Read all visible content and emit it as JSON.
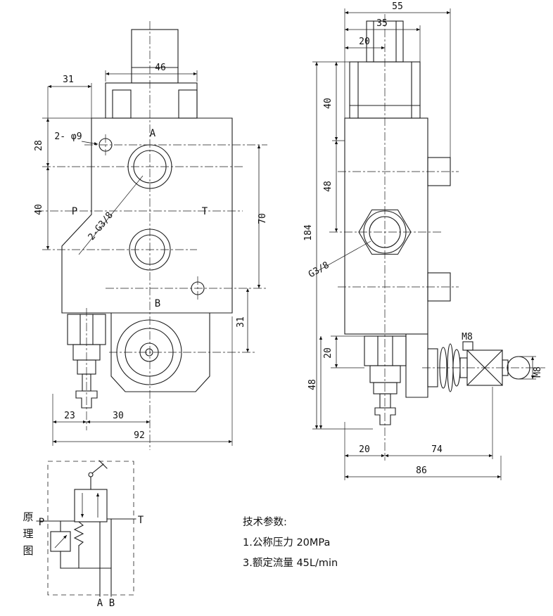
{
  "front": {
    "dim_46": "46",
    "dim_31_top": "31",
    "dim_28": "28",
    "dim_40": "40",
    "dim_70": "70",
    "dim_31_right": "31",
    "dim_23": "23",
    "dim_30": "30",
    "dim_92": "92",
    "hole_callout": "2- φ9",
    "thread_callout": "2-G3/8",
    "port_a": "A",
    "port_b": "B",
    "port_p": "P",
    "port_t": "T"
  },
  "side": {
    "dim_55": "55",
    "dim_35": "35",
    "dim_20_top": "20",
    "dim_40": "40",
    "dim_48_upper": "48",
    "dim_184": "184",
    "dim_20_mid": "20",
    "dim_48_lower": "48",
    "dim_20_bottom": "20",
    "dim_74": "74",
    "dim_86": "86",
    "thread_callout": "G3/8",
    "m8_top": "M8",
    "m8_side": "M8"
  },
  "schematic": {
    "caption_char1": "原",
    "caption_char2": "理",
    "caption_char3": "图",
    "port_p": "P",
    "port_t": "T",
    "port_a": "A",
    "port_b": "B"
  },
  "tech": {
    "title": "技术参数:",
    "item1": "1.公称压力  20MPa",
    "item2": "3.额定流量  45L/min"
  }
}
